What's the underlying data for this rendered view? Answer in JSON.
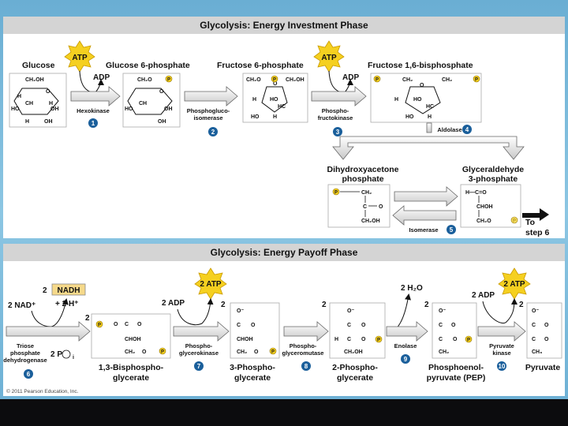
{
  "investment": {
    "title": "Glycolysis: Energy Investment Phase",
    "compounds": {
      "glucose": "Glucose",
      "g6p": "Glucose 6-phosphate",
      "f6p": "Fructose 6-phosphate",
      "f16bp": "Fructose 1,6-bisphosphate",
      "dhap": [
        "Dihydroxyacetone",
        "phosphate"
      ],
      "g3p": [
        "Glyceraldehyde",
        "3-phosphate"
      ]
    },
    "cofactors": {
      "atp": "ATP",
      "adp": "ADP"
    },
    "enzymes": {
      "hexokinase": "Hexokinase",
      "pgi": [
        "Phosphogluco-",
        "isomerase"
      ],
      "pfk": [
        "Phospho-",
        "fructokinase"
      ],
      "aldolase": "Aldolase",
      "isomerase": "Isomerase"
    },
    "steps": [
      "1",
      "2",
      "3",
      "4",
      "5"
    ],
    "to_step": [
      "To",
      "step 6"
    ]
  },
  "payoff": {
    "title": "Glycolysis: Energy Payoff Phase",
    "cofactors": {
      "nadh": "NADH",
      "two": "2",
      "nad": "2 NAD⁺",
      "h": "+ 2 H⁺",
      "atp2": "2 ATP",
      "adp2": "2 ADP",
      "pi": "2 P",
      "pi_sub": "i",
      "water": "2 H₂O"
    },
    "enzymes": {
      "gapdh": [
        "Triose",
        "phosphate",
        "dehydrogenase"
      ],
      "pgk": [
        "Phospho-",
        "glycerokinase"
      ],
      "pgm": [
        "Phospho-",
        "glyceromutase"
      ],
      "enolase": "Enolase",
      "pk": [
        "Pyruvate",
        "kinase"
      ]
    },
    "compounds": {
      "bpg": [
        "1,3-Bisphospho-",
        "glycerate"
      ],
      "pg3": [
        "3-Phospho-",
        "glycerate"
      ],
      "pg2": [
        "2-Phospho-",
        "glycerate"
      ],
      "pep": [
        "Phosphoenol-",
        "pyruvate (PEP)"
      ],
      "pyruvate": "Pyruvate"
    },
    "steps": [
      "6",
      "7",
      "8",
      "9",
      "10"
    ]
  },
  "structure_labels": {
    "ch2oh": "CH₂OH",
    "ch2o": "CH₂O",
    "ch2": "CH₂",
    "o": "O",
    "h": "H",
    "oh": "OH",
    "ho": "HO",
    "hc": "HC",
    "ch": "CH",
    "c": "C",
    "choh": "CHOH",
    "ch3": "CH₃",
    "o_minus": "O⁻",
    "hc_eq": "H—C=O",
    "p": "P"
  },
  "copyright": "© 2011 Pearson Education, Inc."
}
